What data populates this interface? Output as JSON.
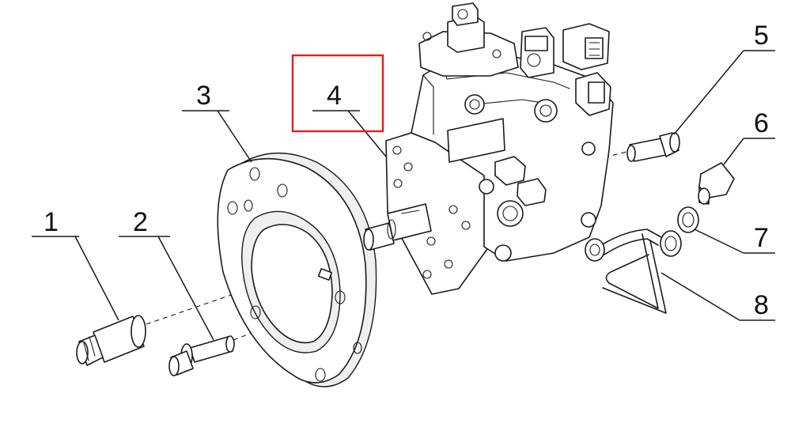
{
  "diagram": {
    "callouts": [
      {
        "id": "1",
        "label": "1"
      },
      {
        "id": "2",
        "label": "2"
      },
      {
        "id": "3",
        "label": "3"
      },
      {
        "id": "4",
        "label": "4"
      },
      {
        "id": "5",
        "label": "5"
      },
      {
        "id": "6",
        "label": "6"
      },
      {
        "id": "7",
        "label": "7"
      },
      {
        "id": "8",
        "label": "8"
      }
    ],
    "highlight": {
      "target_callout": "4",
      "color": "#e02020"
    },
    "parts": [
      "nut-socket",
      "flange-bolt",
      "mounting-flange",
      "injection-pump",
      "hollow-bolt",
      "sealing-plug",
      "sealing-washer",
      "fuel-return-pipe"
    ],
    "line_color": "#1a1a1a"
  }
}
